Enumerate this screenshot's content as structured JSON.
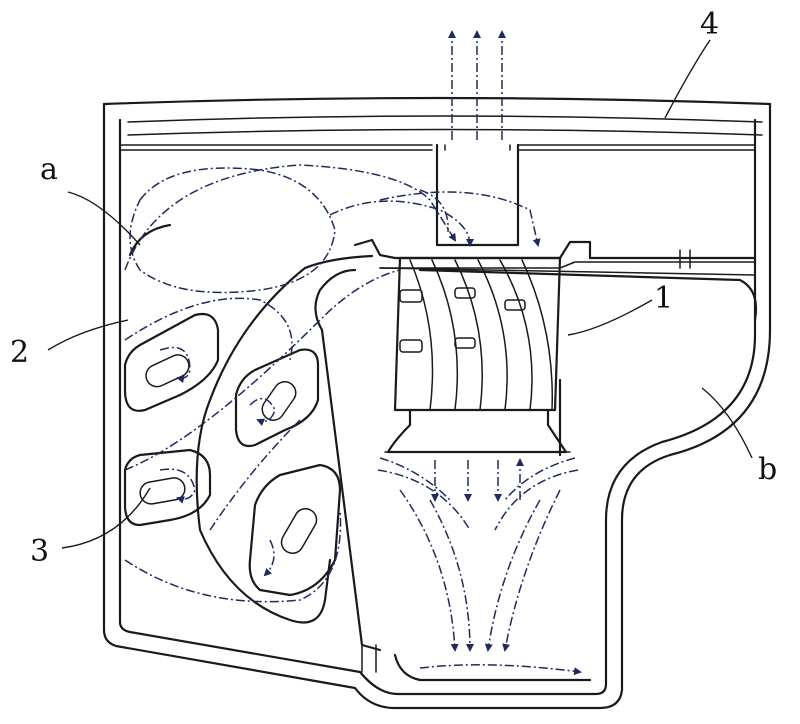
{
  "figure": {
    "callouts": [
      {
        "id": "a",
        "text": "a"
      },
      {
        "id": "b",
        "text": "b"
      },
      {
        "id": "1",
        "text": "1"
      },
      {
        "id": "2",
        "text": "2"
      },
      {
        "id": "3",
        "text": "3"
      },
      {
        "id": "4",
        "text": "4"
      }
    ],
    "colors": {
      "line": "#1a1a1a",
      "flow": "#1f2b5e",
      "background": "#ffffff"
    }
  }
}
